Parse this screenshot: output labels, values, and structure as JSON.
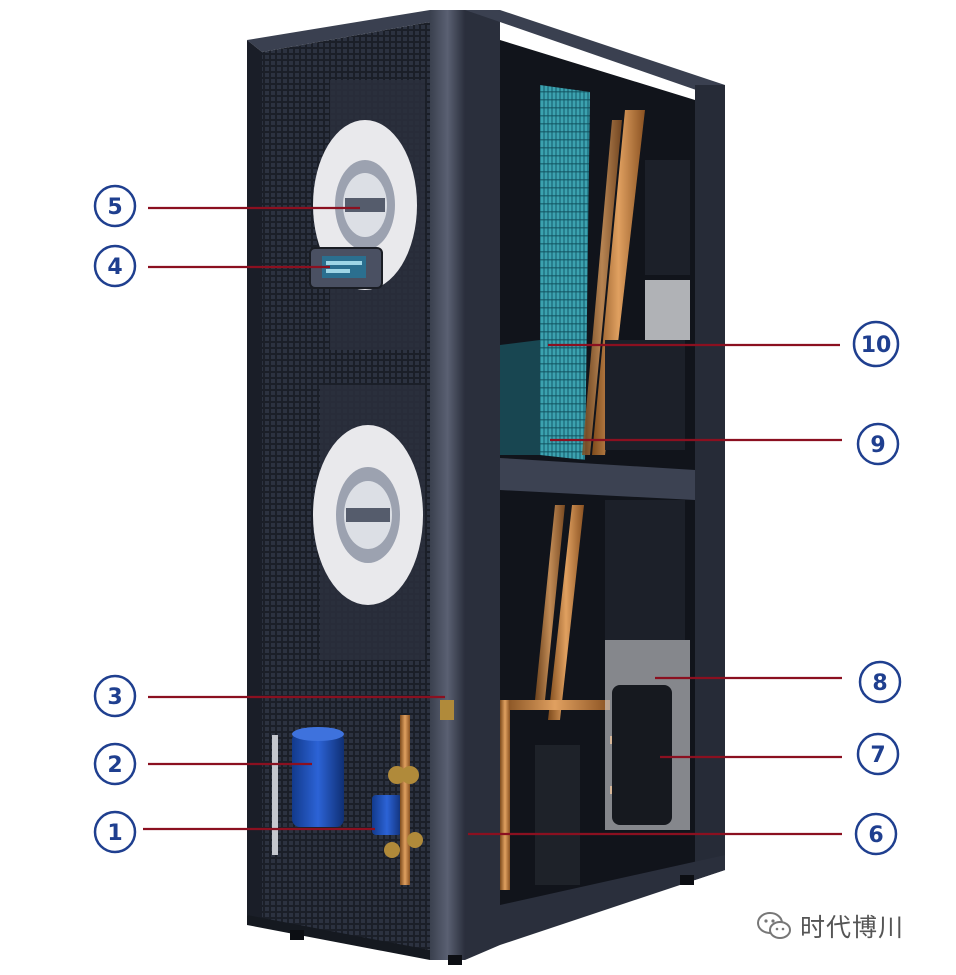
{
  "callouts": [
    {
      "id": "callout-1",
      "label": "1"
    },
    {
      "id": "callout-2",
      "label": "2"
    },
    {
      "id": "callout-3",
      "label": "3"
    },
    {
      "id": "callout-4",
      "label": "4"
    },
    {
      "id": "callout-5",
      "label": "5"
    },
    {
      "id": "callout-6",
      "label": "6"
    },
    {
      "id": "callout-7",
      "label": "7"
    },
    {
      "id": "callout-8",
      "label": "8"
    },
    {
      "id": "callout-9",
      "label": "9"
    },
    {
      "id": "callout-10",
      "label": "10"
    }
  ],
  "watermark": {
    "text": "时代博川",
    "icon": "wechat-icon"
  },
  "colors": {
    "callout_blue": "#1f3f8f",
    "leader_red": "#8b1020",
    "cabinet_frame": "#2a2f3c",
    "coil_teal": "#3aa6b5",
    "compressor_blue": "#1d4fb8",
    "copper": "#c8803a"
  }
}
